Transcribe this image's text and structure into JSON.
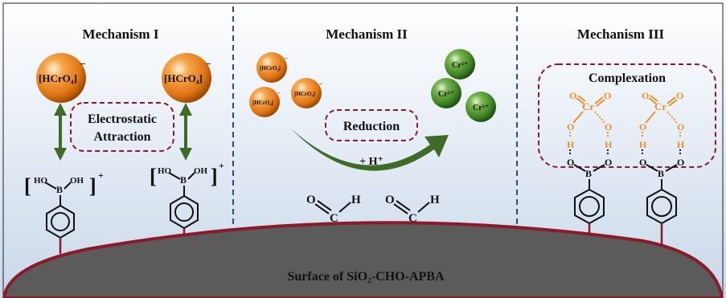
{
  "mechanisms": [
    {
      "title": "Mechanism I",
      "process": "Electrostatic Attraction"
    },
    {
      "title": "Mechanism II",
      "process": "Reduction",
      "reagent": "+ H⁺"
    },
    {
      "title": "Mechanism III",
      "process": "Complexation"
    }
  ],
  "species": {
    "hcro4": "HCrO₄",
    "hcro4_charge": "−",
    "cr3": "Cr³⁺",
    "boronic_charge": "+",
    "oh": "OH",
    "ho": "HO",
    "b": "B",
    "o": "O",
    "h": "H",
    "c": "C",
    "cr": "Cr"
  },
  "surface_label": "Surface of SiO₂-CHO-APBA",
  "colors": {
    "orange_sphere": "#e8801c",
    "green_sphere": "#3f8a24",
    "surface": "#5b5b5b",
    "surface_edge": "#8b1a2b",
    "dashed_box": "#8b1a2b",
    "arrow_green": "#3f6b28",
    "divider": "#2f4f6f",
    "complex_orange": "#e8912c"
  }
}
